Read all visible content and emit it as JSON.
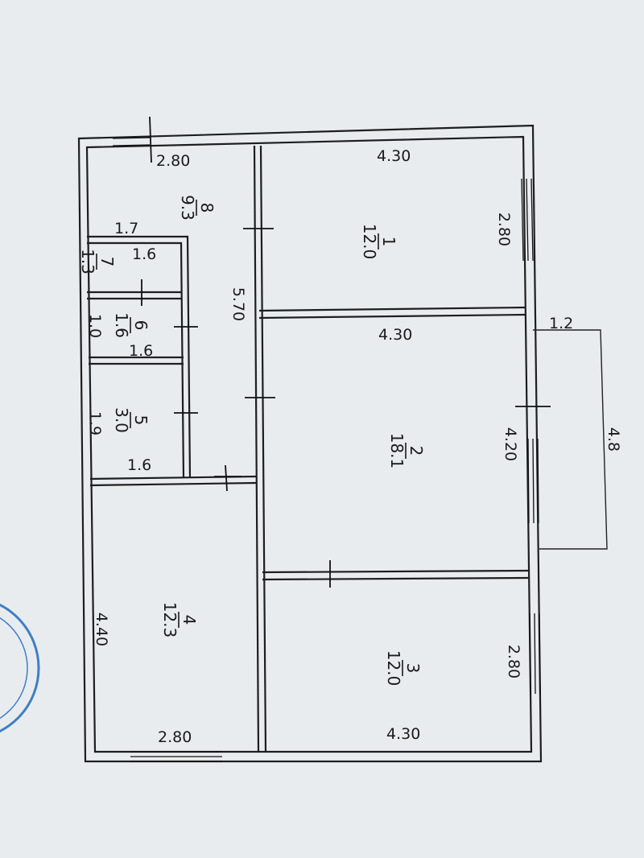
{
  "plan": {
    "rooms": [
      {
        "id": "1",
        "num": "1",
        "area": "12.0"
      },
      {
        "id": "2",
        "num": "2",
        "area": "18.1"
      },
      {
        "id": "3",
        "num": "3",
        "area": "12.0"
      },
      {
        "id": "4",
        "num": "4",
        "area": "12.3"
      },
      {
        "id": "5",
        "num": "5",
        "area": "3.0"
      },
      {
        "id": "6",
        "num": "6",
        "area": "1.6"
      },
      {
        "id": "7",
        "num": "7",
        "area": "1.3"
      },
      {
        "id": "8",
        "num": "8",
        "area": "9.3"
      }
    ],
    "dimensions": {
      "r8_width": "2.80",
      "r1_top": "4.30",
      "r1_side": "2.80",
      "r7_top": "1.7",
      "r7_width": "1.6",
      "corridor_length": "5.70",
      "r2_top": "4.30",
      "r2_side": "4.20",
      "r6_side": "1.0",
      "r6_width": "1.6",
      "r5_side": "1.9",
      "r5_width": "1.6",
      "r4_side": "4.40",
      "r4_bottom": "2.80",
      "r3_side": "2.80",
      "r3_bottom": "4.30",
      "porch_width": "1.2",
      "porch_length": "4.8"
    }
  },
  "colors": {
    "paper": "#e9ecef",
    "ink": "#1e1e1e",
    "stamp": "#3d7fc4"
  }
}
